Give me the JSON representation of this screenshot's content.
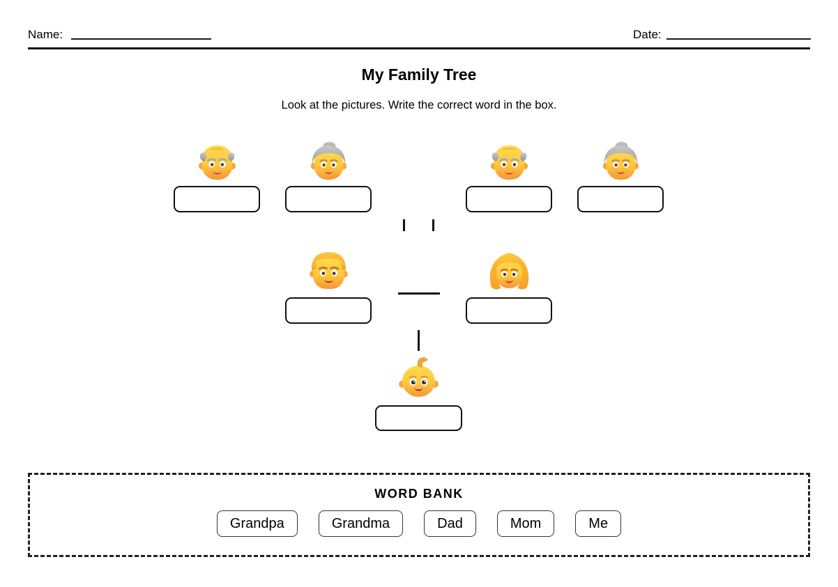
{
  "header": {
    "name_label": "Name:",
    "date_label": "Date:"
  },
  "title": "My Family Tree",
  "instructions": "Look at the pictures. Write the correct word in the box.",
  "tree": {
    "generation1": [
      {
        "icon": "old-man-emoji",
        "answer": ""
      },
      {
        "icon": "old-woman-emoji",
        "answer": ""
      },
      {
        "icon": "old-man-emoji",
        "answer": ""
      },
      {
        "icon": "old-woman-emoji",
        "answer": ""
      }
    ],
    "generation2": [
      {
        "icon": "man-emoji",
        "answer": ""
      },
      {
        "icon": "woman-emoji",
        "answer": ""
      }
    ],
    "generation3": [
      {
        "icon": "baby-emoji",
        "answer": ""
      }
    ]
  },
  "word_bank": {
    "title": "WORD BANK",
    "words": [
      "Grandpa",
      "Grandma",
      "Dad",
      "Mom",
      "Me"
    ]
  },
  "colors": {
    "face_yellow": "#FFC83D",
    "face_orange": "#F59639",
    "gray_hair": "#A8A8A8",
    "blond_hair": "#FFB02E",
    "line_black": "#111111"
  }
}
